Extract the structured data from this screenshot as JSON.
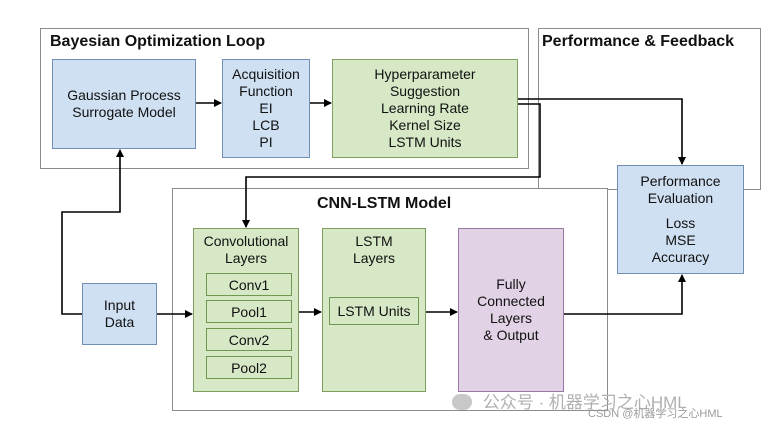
{
  "panels": {
    "bayes_title": "Bayesian Optimization Loop",
    "perf_title": "Performance & Feedback",
    "cnn_title": "CNN-LSTM Model"
  },
  "boxes": {
    "gaussian": [
      "Gaussian Process",
      "Surrogate Model"
    ],
    "acquisition": [
      "Acquisition",
      "Function",
      "EI",
      "LCB",
      "PI"
    ],
    "hyper": [
      "Hyperparameter",
      "Suggestion",
      "Learning Rate",
      "Kernel Size",
      "LSTM Units"
    ],
    "performance": [
      "Performance",
      "Evaluation",
      "",
      "Loss",
      "MSE",
      "Accuracy"
    ],
    "input": [
      "Input",
      "Data"
    ],
    "conv_title": [
      "Convolutional",
      "Layers"
    ],
    "conv_layers": [
      "Conv1",
      "Pool1",
      "Conv2",
      "Pool2"
    ],
    "lstm_title": [
      "LSTM",
      "Layers"
    ],
    "lstm_units": "LSTM Units",
    "fc": [
      "Fully",
      "Connected",
      "Layers",
      "& Output"
    ]
  },
  "watermark": {
    "main": "公众号 · 机器学习之心HML",
    "sub": "CSDN @机器学习之心HML"
  },
  "colors": {
    "blue": "#cfe0f3",
    "green": "#d6e8c6",
    "purple": "#e2d2e6"
  }
}
